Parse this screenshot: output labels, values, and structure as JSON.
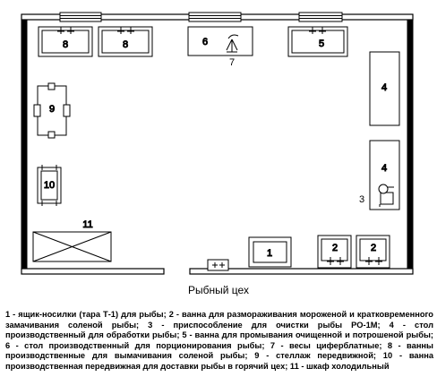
{
  "labels": {
    "crate_left": "8",
    "crate_mid": "8",
    "scale_box": "6",
    "scale_caption": "7",
    "bath_top_right": "5",
    "table_upper": "4",
    "table_lower": "4",
    "cleaner": "3",
    "rack": "9",
    "trolley_bath": "10",
    "fridge": "11",
    "bath_bottom_1": "2",
    "bath_bottom_2": "2",
    "table_bottom": "1"
  },
  "title": "Рыбный цех",
  "legend": "1 - ящик-носилки (тара Т-1) для рыбы; 2 - ванна для размораживания мороженой и кратковременного замачивания соленой рыбы; 3 - приспособление для очистки рыбы РО-1М; 4 - стол производственный для обработки рыбы;   5 - ванна для промывания очищенной и потрошеной рыбы;   6 - стол производственный для порционирования рыбы;  7 - весы циферблатные; 8 - ванны производственные для вымачивания соленой рыбы; 9 - стеллаж передвижной; 10 - ванна производственная передвижная для доставки рыбы в горячий цех; 11 - шкаф холодильный"
}
